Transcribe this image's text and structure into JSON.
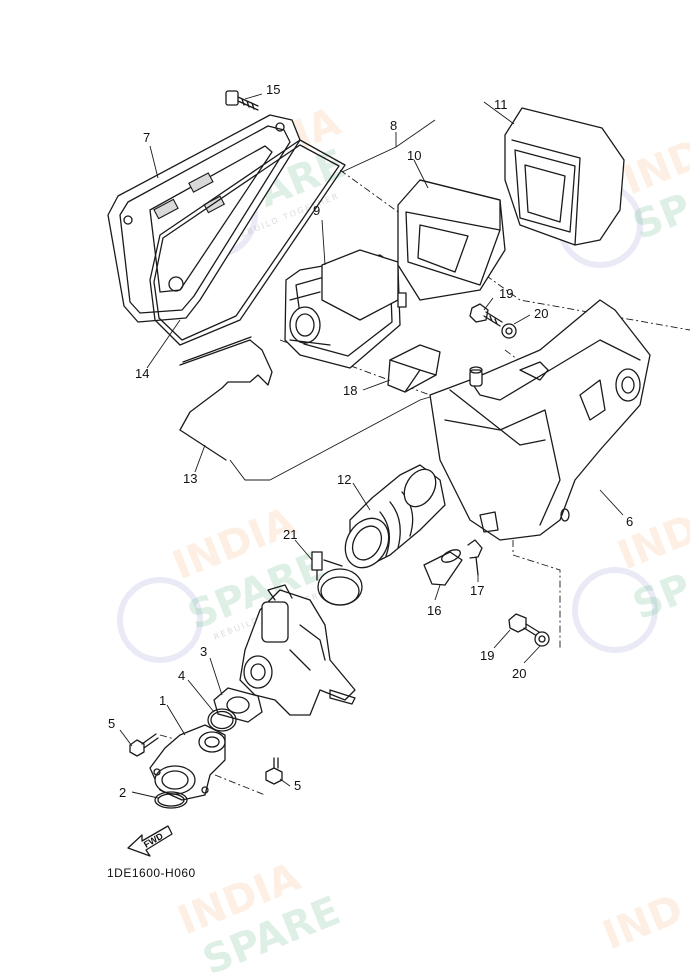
{
  "diagram_code": "1DE1600-H060",
  "fwd_label": "FWD",
  "watermark": {
    "line1": "INDIA",
    "line2": "SPARE",
    "tagline": "REBUILD TOGETHER",
    "color_a": "#f4a35a",
    "color_b": "#3aa86b",
    "color_c": "#6a6fc4"
  },
  "callouts": {
    "c15": "15",
    "c7": "7",
    "c8": "8",
    "c11": "11",
    "c10": "10",
    "c9": "9",
    "c14": "14",
    "c19a": "19",
    "c20a": "20",
    "c18": "18",
    "c13": "13",
    "c12": "12",
    "c6": "6",
    "c21": "21",
    "c17": "17",
    "c16": "16",
    "c19b": "19",
    "c20b": "20",
    "c3": "3",
    "c4": "4",
    "c1": "1",
    "c5a": "5",
    "c5b": "5",
    "c2": "2"
  }
}
